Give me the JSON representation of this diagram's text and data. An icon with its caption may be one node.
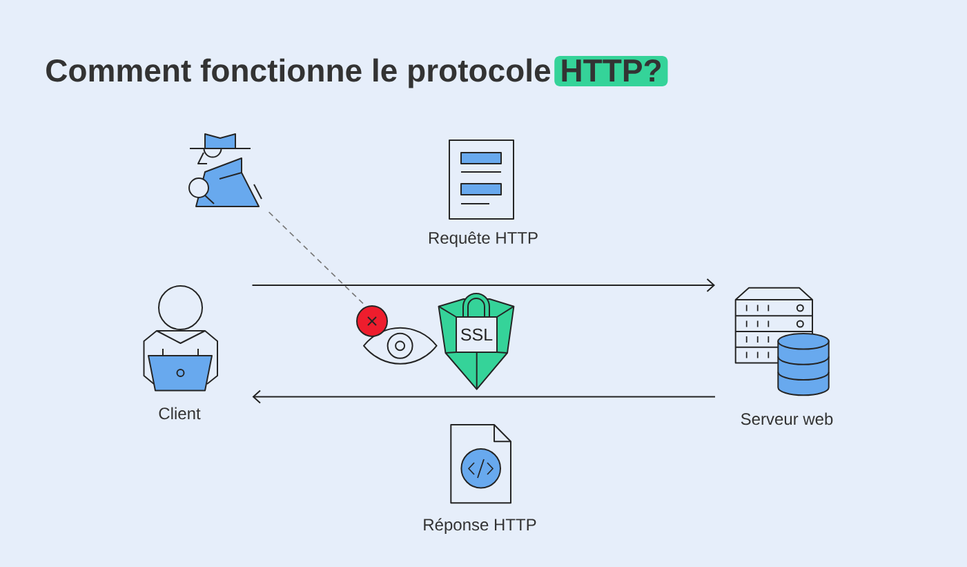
{
  "diagram": {
    "title": "Comment fonctionne le protocole HTTP?",
    "nodes": [
      {
        "text": [],
        "shape": "person"
      },
      {
        "text": [],
        "shape": "picture",
        "beside": [
          "Requête HTTP"
        ]
      },
      {
        "text": [],
        "shape": "person",
        "beside": [
          "Client"
        ]
      },
      {
        "text": [],
        "shape": "picture"
      },
      {
        "text": [
          "SSL"
        ]
      },
      {
        "text": [],
        "shape": "picture",
        "beside": [
          "Serveur web"
        ]
      },
      {
        "text": [],
        "shape": "picture",
        "beside": [
          "Réponse HTTP"
        ]
      }
    ],
    "edges": [
      {
        "from": 2,
        "to": 5,
        "arrow": "to"
      },
      {
        "from": 5,
        "to": 2,
        "arrow": "to"
      },
      {
        "from": 0,
        "to": 3,
        "arrow": "none",
        "style": "dashed",
        "color": "#777777"
      }
    ]
  }
}
